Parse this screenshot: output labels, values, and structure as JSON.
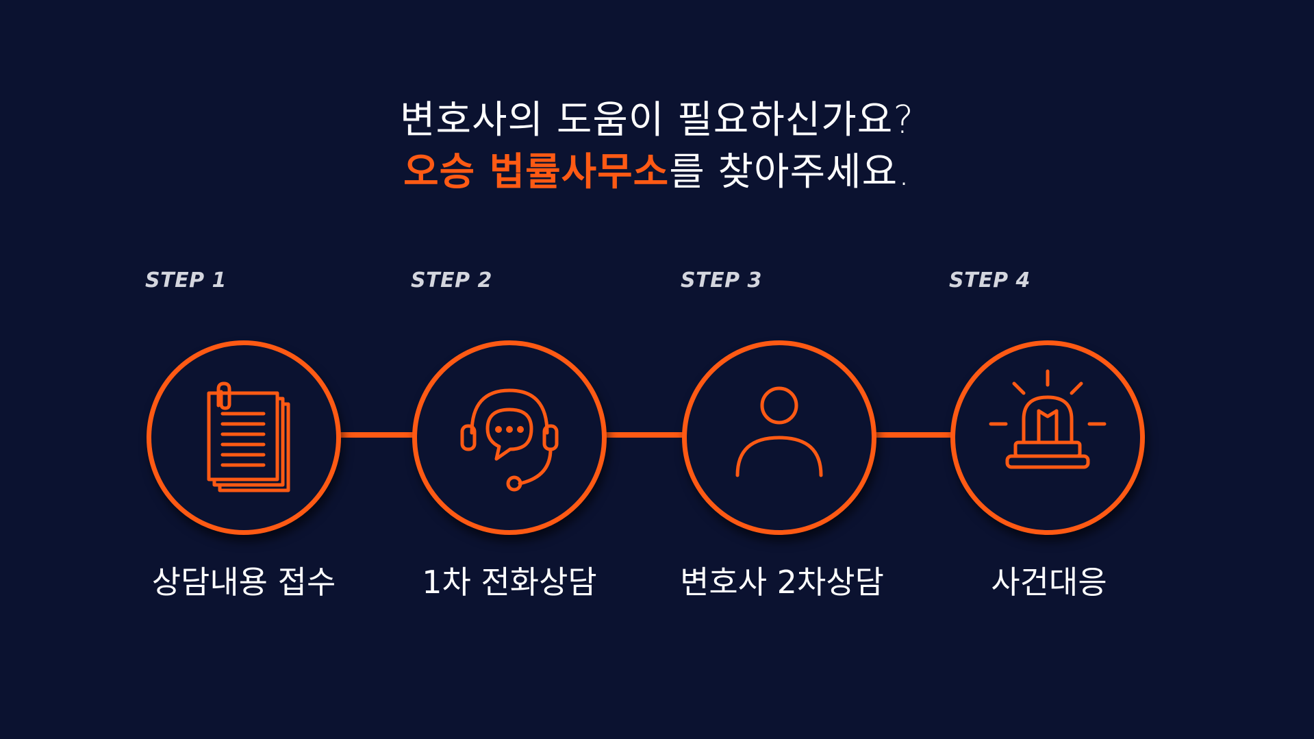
{
  "headline": {
    "line1": "변호사의 도움이 필요하신가요?",
    "brand": "오승 법률사무소",
    "line2_rest": "를 찾아주세요."
  },
  "colors": {
    "background": "#0b1230",
    "accent": "#ff5a14",
    "label": "#d4d6de"
  },
  "steps": [
    {
      "label": "STEP 1",
      "caption": "상담내용 접수",
      "icon": "documents-icon"
    },
    {
      "label": "STEP 2",
      "caption": "1차 전화상담",
      "icon": "headset-chat-icon"
    },
    {
      "label": "STEP 3",
      "caption": "변호사 2차상담",
      "icon": "person-icon"
    },
    {
      "label": "STEP 4",
      "caption": "사건대응",
      "icon": "siren-icon"
    }
  ]
}
